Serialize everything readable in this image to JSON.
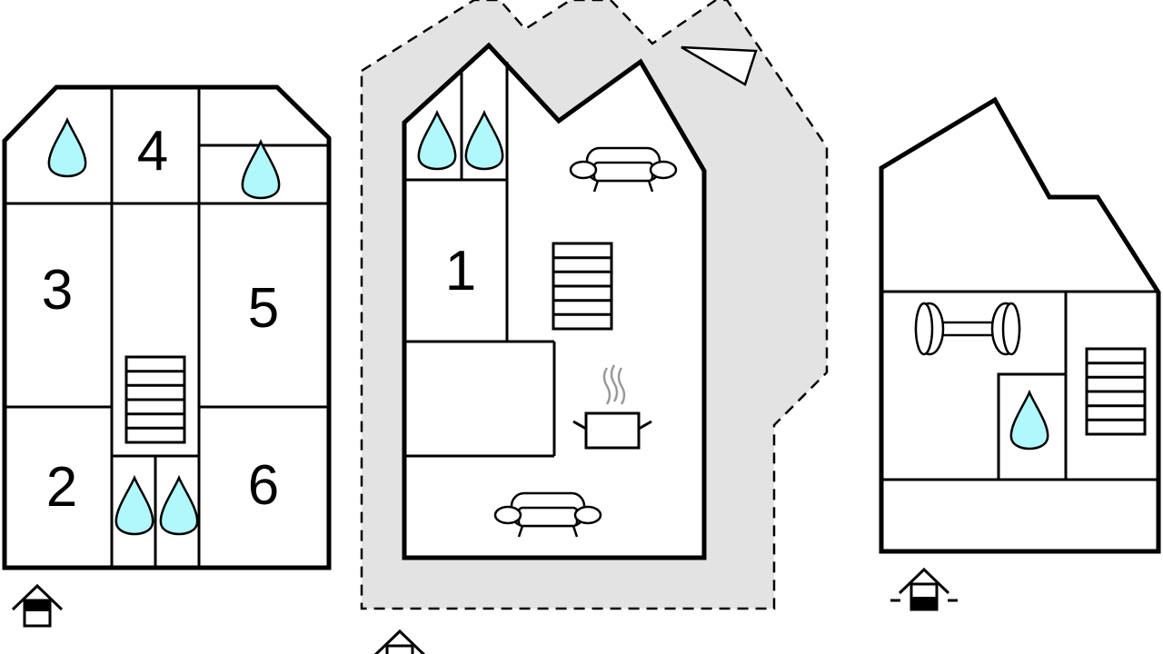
{
  "title": "Floor plan",
  "colors": {
    "water": "#b0f8fc",
    "outdoor_area": "#e3e3e3",
    "wall": "#000000"
  },
  "buildings": [
    {
      "id": "left",
      "rooms": [
        {
          "label": "4",
          "icon": "water-drop-icon"
        },
        {
          "label": "3"
        },
        {
          "label": "5"
        },
        {
          "label": "2"
        },
        {
          "label": "6"
        }
      ],
      "icons": [
        "water-drop-icon",
        "water-drop-icon",
        "water-drop-icon",
        "water-drop-icon",
        "stairs-icon",
        "entrance-icon"
      ]
    },
    {
      "id": "middle",
      "rooms": [
        {
          "label": "1"
        }
      ],
      "icons": [
        "water-drop-icon",
        "water-drop-icon",
        "sofa-icon",
        "stairs-icon",
        "cooking-pot-icon",
        "sofa-icon",
        "north-arrow-icon",
        "entrance-icon"
      ]
    },
    {
      "id": "right",
      "rooms": [],
      "icons": [
        "dumbbell-icon",
        "water-drop-icon",
        "stairs-icon",
        "entrance-icon"
      ]
    }
  ]
}
